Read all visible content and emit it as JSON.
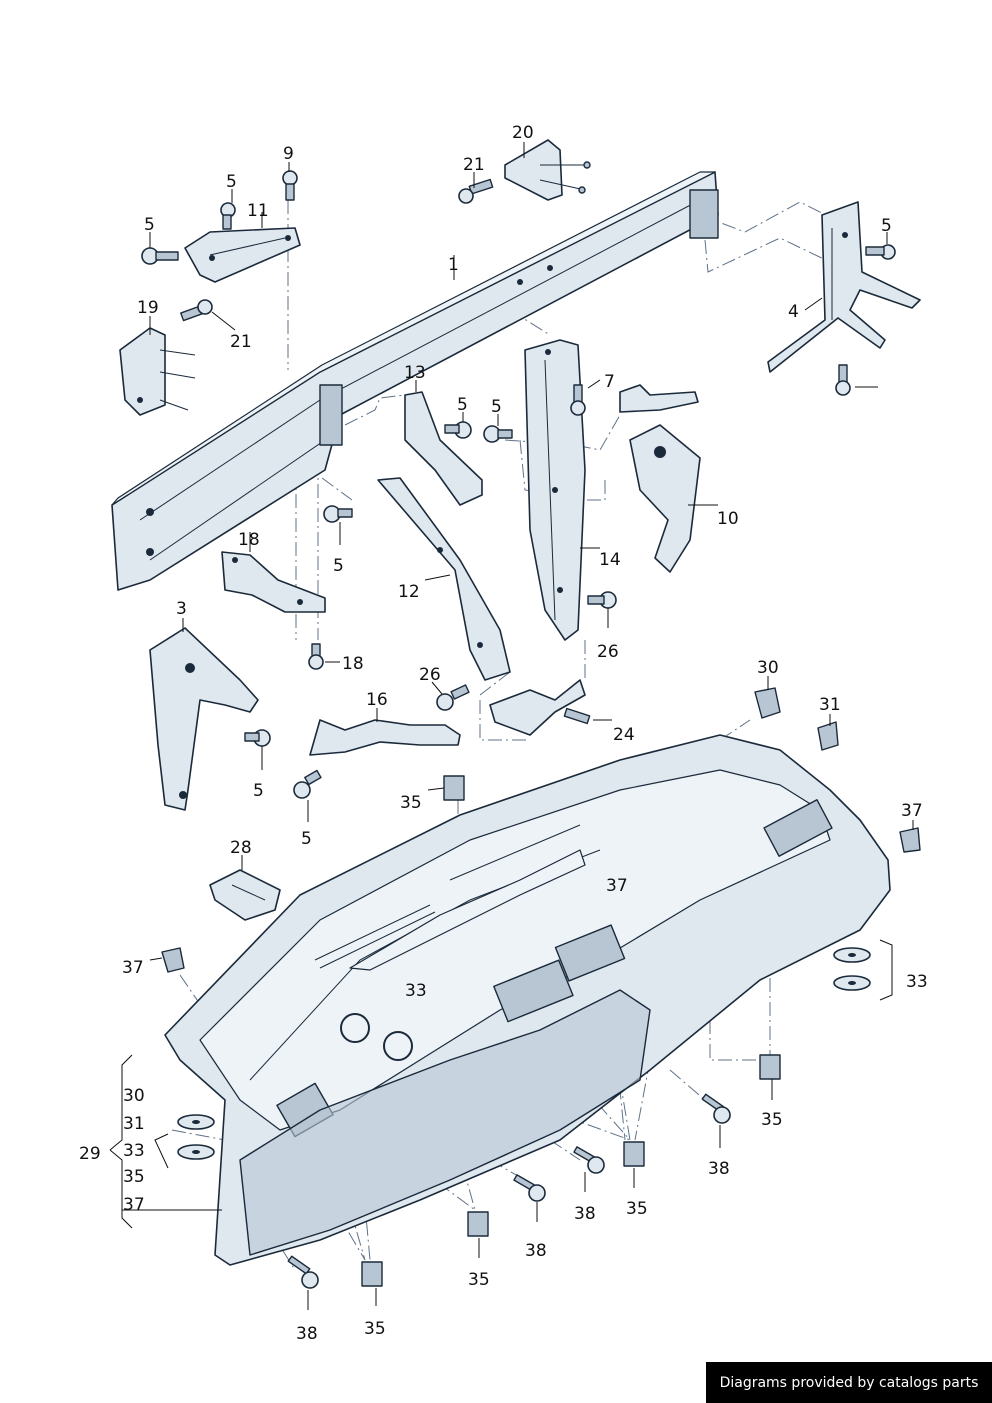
{
  "callouts": [
    {
      "label": "1"
    },
    {
      "label": "20"
    },
    {
      "label": "21"
    },
    {
      "label": "9"
    },
    {
      "label": "5"
    },
    {
      "label": "11"
    },
    {
      "label": "5"
    },
    {
      "label": "5"
    },
    {
      "label": "19"
    },
    {
      "label": "21"
    },
    {
      "label": "4"
    },
    {
      "label": "5"
    },
    {
      "label": "13"
    },
    {
      "label": "5"
    },
    {
      "label": "5"
    },
    {
      "label": "7"
    },
    {
      "label": "10"
    },
    {
      "label": "14"
    },
    {
      "label": "5"
    },
    {
      "label": "18"
    },
    {
      "label": "12"
    },
    {
      "label": "3"
    },
    {
      "label": "18"
    },
    {
      "label": "26"
    },
    {
      "label": "26"
    },
    {
      "label": "16"
    },
    {
      "label": "24"
    },
    {
      "label": "30"
    },
    {
      "label": "31"
    },
    {
      "label": "5"
    },
    {
      "label": "5"
    },
    {
      "label": "35"
    },
    {
      "label": "37"
    },
    {
      "label": "37"
    },
    {
      "label": "28"
    },
    {
      "label": "37"
    },
    {
      "label": "33"
    },
    {
      "label": "33"
    },
    {
      "label": "35"
    },
    {
      "label": "38"
    },
    {
      "label": "29"
    },
    {
      "label": "30"
    },
    {
      "label": "31"
    },
    {
      "label": "33"
    },
    {
      "label": "35"
    },
    {
      "label": "37"
    },
    {
      "label": "35"
    },
    {
      "label": "38"
    },
    {
      "label": "38"
    },
    {
      "label": "35"
    },
    {
      "label": "38"
    },
    {
      "label": "35"
    }
  ],
  "footer": {
    "credit": "Diagrams provided by catalogs parts"
  },
  "colors": {
    "part_fill": "#dfe7ef",
    "part_stroke": "#1a2a3a",
    "credit_bg": "#000000",
    "credit_text": "#ffffff"
  }
}
